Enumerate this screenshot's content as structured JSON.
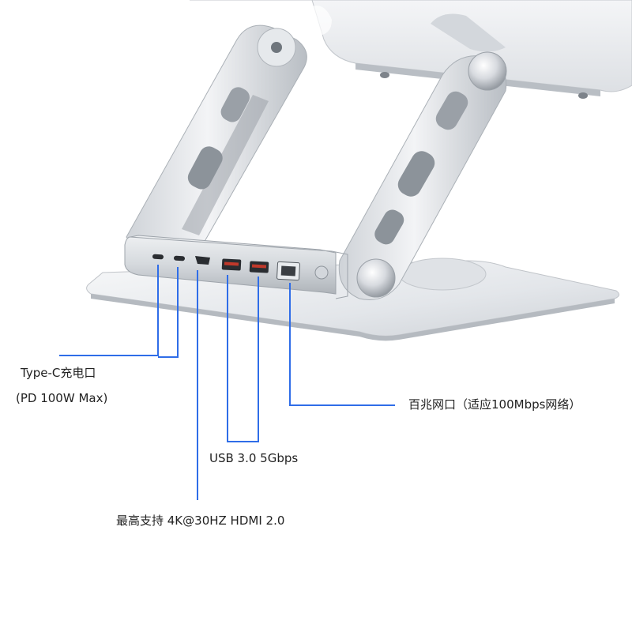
{
  "callouts": {
    "typec": {
      "line1": "Type-C充电口",
      "line2": "(PD 100W Max)"
    },
    "ethernet": "百兆网口（适应100Mbps网络）",
    "usb": "USB 3.0 5Gbps",
    "hdmi": "最高支持 4K@30HZ HDMI 2.0"
  },
  "colors": {
    "callout_line": "#2f6de8",
    "aluminum_light": "#e9ecef",
    "aluminum_mid": "#c8ccd1",
    "aluminum_dark": "#8e949b",
    "port_dark": "#2a2d31",
    "text": "#222222"
  }
}
